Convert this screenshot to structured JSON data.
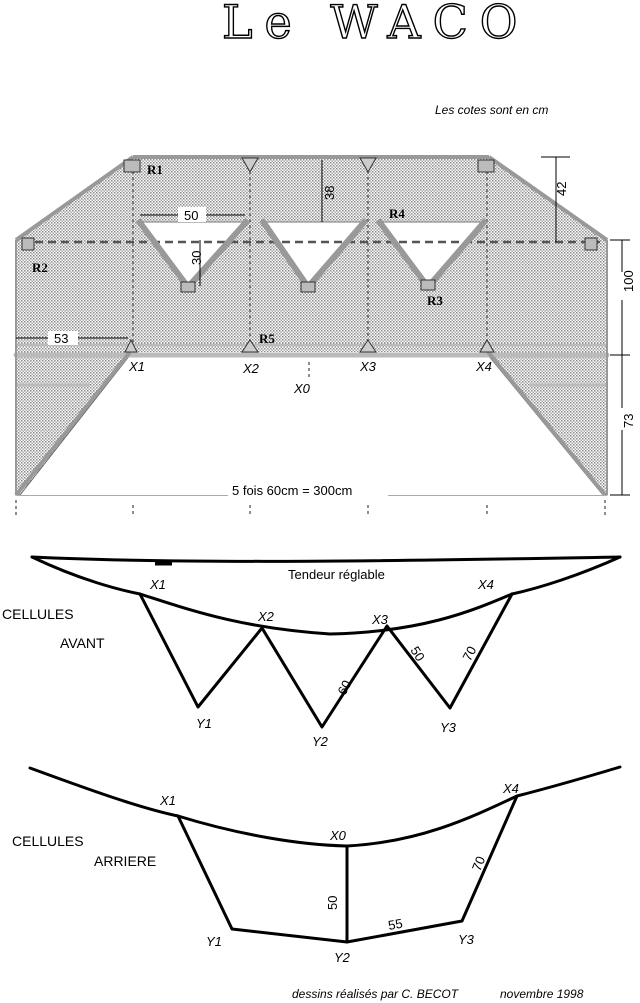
{
  "title": "Le WACO",
  "note_units": "Les cotes sont en cm",
  "plan": {
    "reinforcements": [
      "R1",
      "R2",
      "R3",
      "R4",
      "R5"
    ],
    "points": [
      "X1",
      "X2",
      "X0",
      "X3",
      "X4"
    ],
    "dims": {
      "width_50": "50",
      "depth_30": "30",
      "depth_38": "38",
      "height_42": "42",
      "height_100": "100",
      "height_73": "73",
      "offset_53": "53"
    },
    "span_note": "5 fois 60cm  =  300cm"
  },
  "front_cells": {
    "label_line1": "CELLULES",
    "label_line2": "AVANT",
    "tensioner": "Tendeur réglable",
    "points_x": [
      "X1",
      "X2",
      "X3",
      "X4"
    ],
    "points_y": [
      "Y1",
      "Y2",
      "Y3"
    ],
    "dims": {
      "d60": "60",
      "d50": "50",
      "d70": "70"
    }
  },
  "rear_cells": {
    "label_line1": "CELLULES",
    "label_line2": "ARRIERE",
    "points_x": [
      "X1",
      "X0",
      "X4"
    ],
    "points_y": [
      "Y1",
      "Y2",
      "Y3"
    ],
    "dims": {
      "d50": "50",
      "d55": "55",
      "d70": "70"
    }
  },
  "credit": {
    "author": "dessins réalisés par C. BECOT",
    "date": "novembre 1998"
  }
}
